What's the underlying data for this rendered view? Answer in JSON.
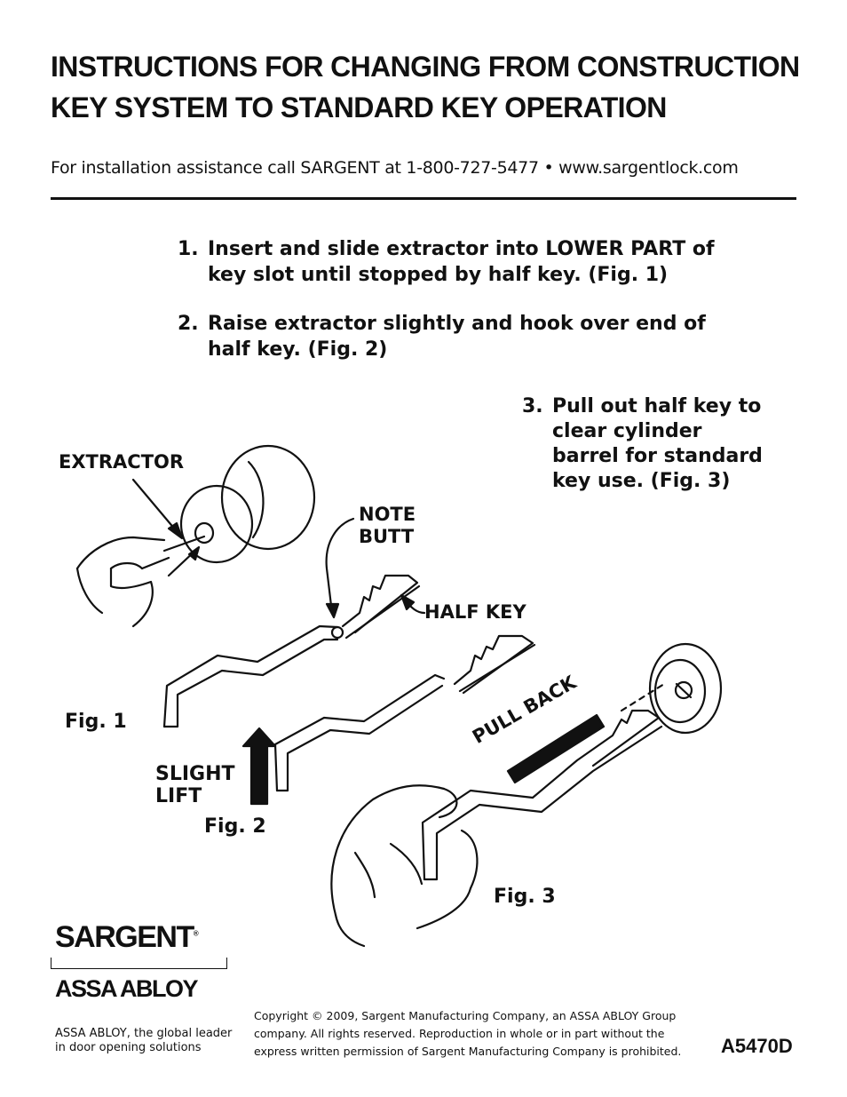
{
  "header": {
    "title_line1": "INSTRUCTIONS FOR CHANGING FROM CONSTRUCTION",
    "title_line2": "KEY SYSTEM TO STANDARD KEY OPERATION",
    "subtitle": "For installation assistance call SARGENT at 1-800-727-5477 • www.sargentlock.com"
  },
  "steps": [
    {
      "num": "1.",
      "line1": "Insert and slide extractor into LOWER PART of",
      "line2": "key slot until stopped by half key. (Fig. 1)"
    },
    {
      "num": "2.",
      "line1": "Raise extractor slightly and hook over end of",
      "line2": "half key. (Fig. 2)"
    },
    {
      "num": "3.",
      "line1": "Pull out half key to",
      "line2": "clear cylinder",
      "line3": "barrel for standard",
      "line4": "key use. (Fig. 3)"
    }
  ],
  "labels": {
    "extractor": "EXTRACTOR",
    "note": "NOTE",
    "butt": "BUTT",
    "half_key": "HALF KEY",
    "fig1": "Fig. 1",
    "slight": "SLIGHT",
    "lift": "LIFT",
    "fig2": "Fig. 2",
    "pull_back": "PULL BACK",
    "fig3": "Fig. 3"
  },
  "footer": {
    "brand": "SARGENT",
    "registered": "®",
    "parent": "ASSA ABLOY",
    "tagline_line1": "ASSA ABLOY, the global leader",
    "tagline_line2": "in door opening solutions",
    "copyright_line1": "Copyright © 2009, Sargent Manufacturing Company, an ASSA ABLOY Group",
    "copyright_line2": "company. All rights reserved. Reproduction in whole or in part without the",
    "copyright_line3": "express written permission of Sargent Manufacturing Company is prohibited.",
    "doc_number": "A5470D"
  }
}
